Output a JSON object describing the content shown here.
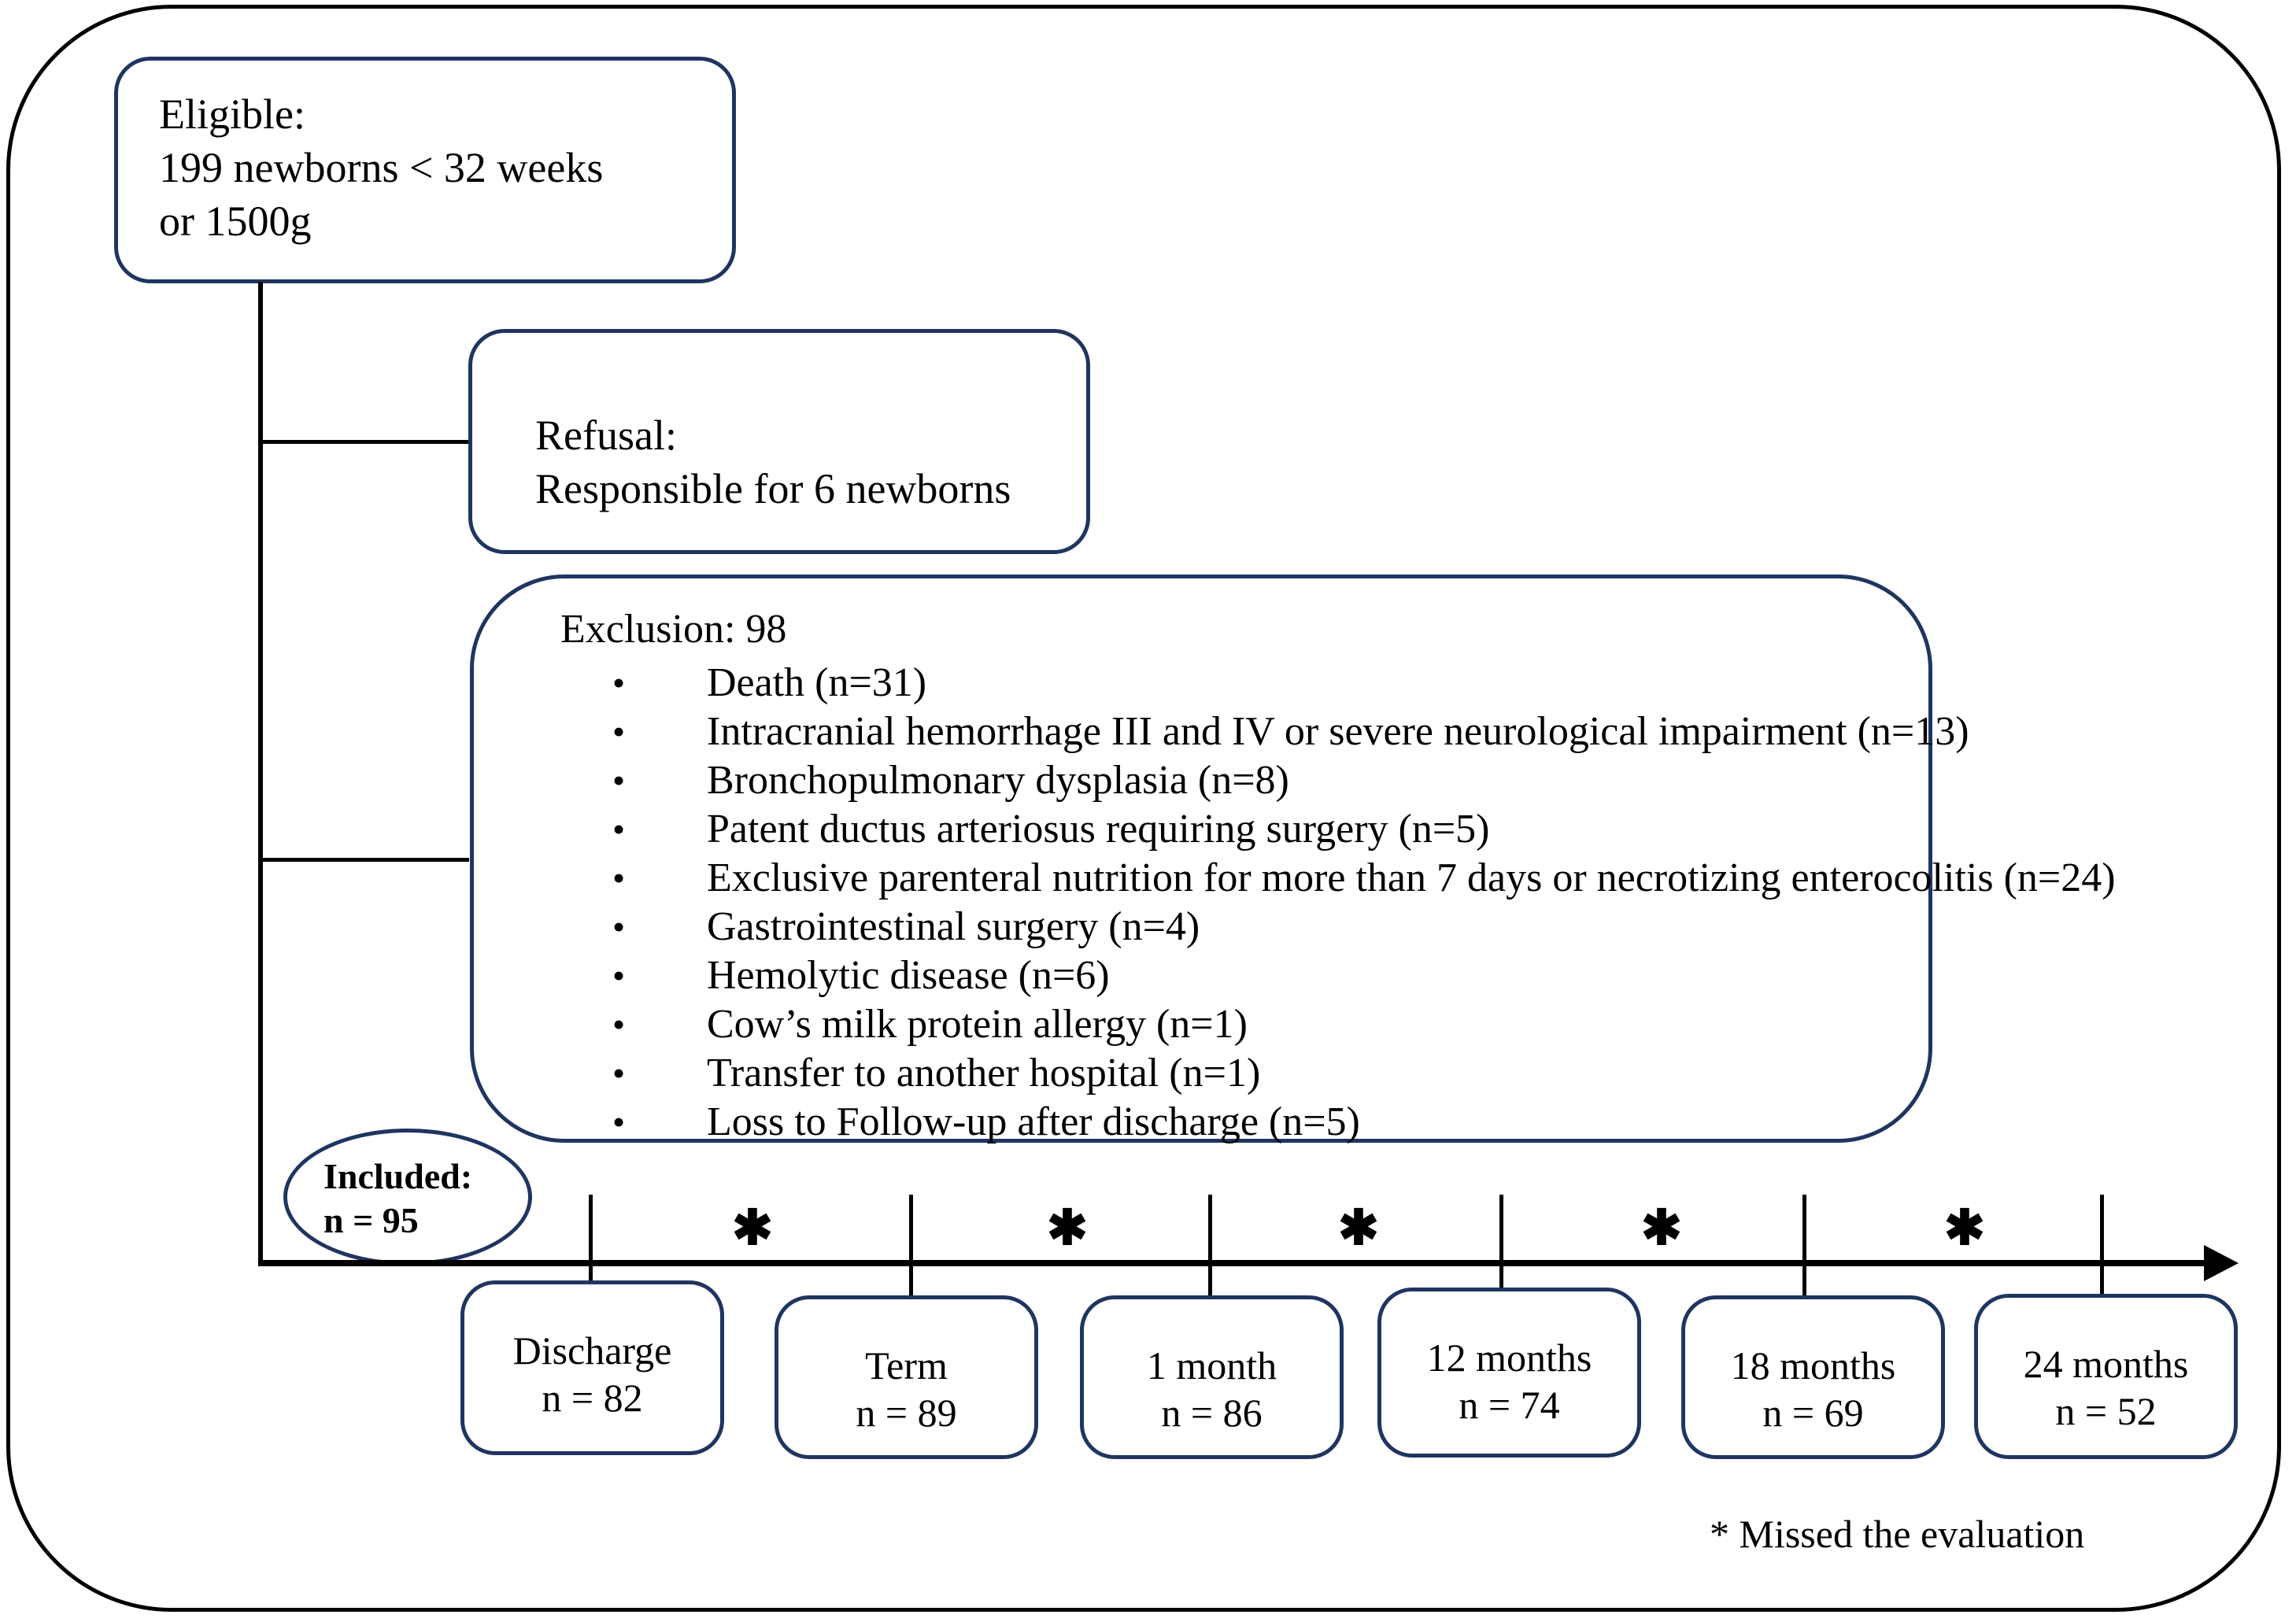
{
  "diagram": {
    "type": "flowchart",
    "title": "Study participant flow diagram",
    "colors": {
      "box_border": "#1f3560",
      "frame_border": "#000000",
      "connector": "#000000",
      "text": "#000000",
      "background": "#ffffff"
    }
  },
  "eligible": {
    "line1": "Eligible:",
    "line2": "199 newborns < 32 weeks",
    "line3": "or 1500g"
  },
  "refusal": {
    "line1": "Refusal:",
    "line2": "Responsible for 6 newborns"
  },
  "exclusion": {
    "title": "Exclusion: 98",
    "bullet_glyph": "•",
    "items": [
      "Death (n=31)",
      "Intracranial hemorrhage III and IV or severe neurological impairment (n=13)",
      "Bronchopulmonary dysplasia (n=8)",
      "Patent ductus arteriosus requiring surgery (n=5)",
      "Exclusive parenteral nutrition for more than 7 days or necrotizing enterocolitis (n=24)",
      "Gastrointestinal surgery (n=4)",
      "Hemolytic disease (n=6)",
      "Cow’s milk protein allergy  (n=1)",
      "Transfer to another hospital (n=1)",
      "Loss to  Follow-up after discharge (n=5)"
    ]
  },
  "included": {
    "line1": "Included:",
    "line2": "n = 95"
  },
  "timeline": {
    "star_glyph": "✱",
    "stars_count": 5,
    "ticks_count": 6,
    "points": [
      {
        "label": "Discharge",
        "n": "n = 82"
      },
      {
        "label": "Term",
        "n": "n = 89"
      },
      {
        "label": "1 month",
        "n": "n = 86"
      },
      {
        "label": "12 months",
        "n": "n = 74"
      },
      {
        "label": "18 months",
        "n": "n = 69"
      },
      {
        "label": "24 months",
        "n": "n = 52"
      }
    ]
  },
  "footnote": {
    "text": "* Missed the evaluation"
  }
}
